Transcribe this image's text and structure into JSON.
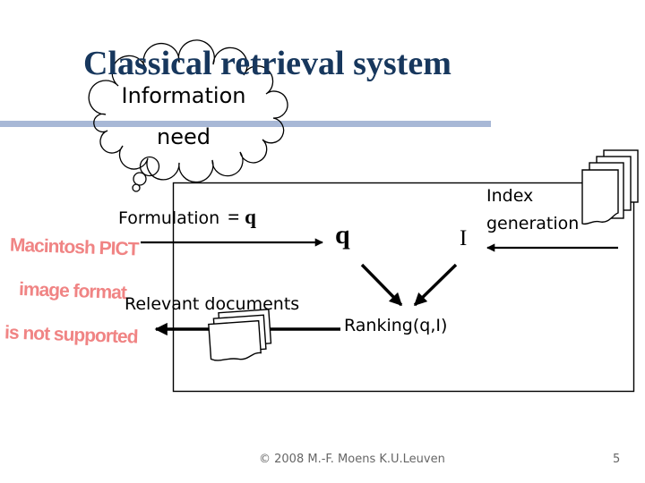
{
  "slide": {
    "title": "Classical retrieval system",
    "footer": "© 2008 M.-F. Moens  K.U.Leuven",
    "page_number": "5"
  },
  "thought_bubble": {
    "line1": "Information",
    "line2": "need"
  },
  "watermark": {
    "line1": "Macintosh PICT",
    "line2": "image format",
    "line3": "is not supported"
  },
  "diagram": {
    "formulation_label": "Formulation",
    "formulation_symbol": "= q",
    "query_symbol": "q",
    "index_symbol": "I",
    "index_generation_line1": "Index",
    "index_generation_line2": "generation",
    "ranking_label": "Ranking(q,I)",
    "relevant_documents_label": "Relevant documents"
  },
  "icons": {
    "bubble": "thought-cloud",
    "index_documents": "document-stack",
    "relevant_documents": "document-stack",
    "arrows": "black-arrow"
  },
  "colors": {
    "title": "#17375D",
    "divider": "#A8B8D6",
    "watermark": "#F08484",
    "footer": "#666666"
  }
}
